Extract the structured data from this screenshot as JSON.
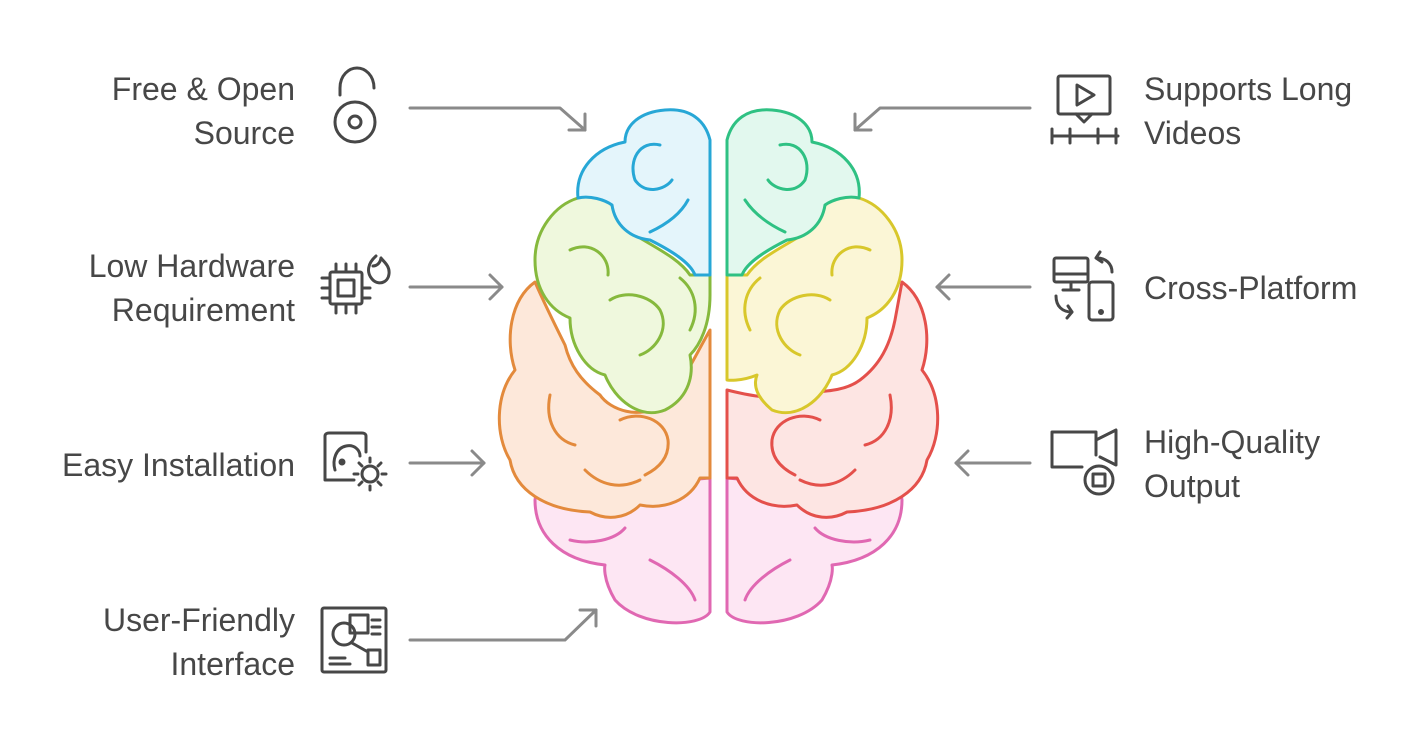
{
  "features": [
    {
      "id": "free-open-source",
      "side": "left",
      "icon": "unlocked-padlock-icon",
      "lines": [
        "Free & Open",
        "Source"
      ]
    },
    {
      "id": "low-hardware",
      "side": "left",
      "icon": "cpu-chip-icon",
      "lines": [
        "Low Hardware",
        "Requirement"
      ]
    },
    {
      "id": "easy-installation",
      "side": "left",
      "icon": "installer-gear-icon",
      "lines": [
        "Easy Installation"
      ]
    },
    {
      "id": "user-friendly",
      "side": "left",
      "icon": "interface-layout-icon",
      "lines": [
        "User-Friendly",
        "Interface"
      ]
    },
    {
      "id": "long-videos",
      "side": "right",
      "icon": "video-timeline-icon",
      "lines": [
        "Supports Long",
        "Videos"
      ]
    },
    {
      "id": "cross-platform",
      "side": "right",
      "icon": "devices-sync-icon",
      "lines": [
        "Cross-Platform"
      ]
    },
    {
      "id": "high-quality",
      "side": "right",
      "icon": "video-camera-icon",
      "lines": [
        "High-Quality",
        "Output"
      ]
    }
  ],
  "colors": {
    "text": "#474747",
    "arrow": "#8a8a8a",
    "blue": "#27a7d6",
    "green": "#2fc183",
    "lime": "#86b93d",
    "yellow": "#d8c72b",
    "orange": "#e38a3c",
    "red": "#e4504b",
    "pink": "#e068b2"
  }
}
